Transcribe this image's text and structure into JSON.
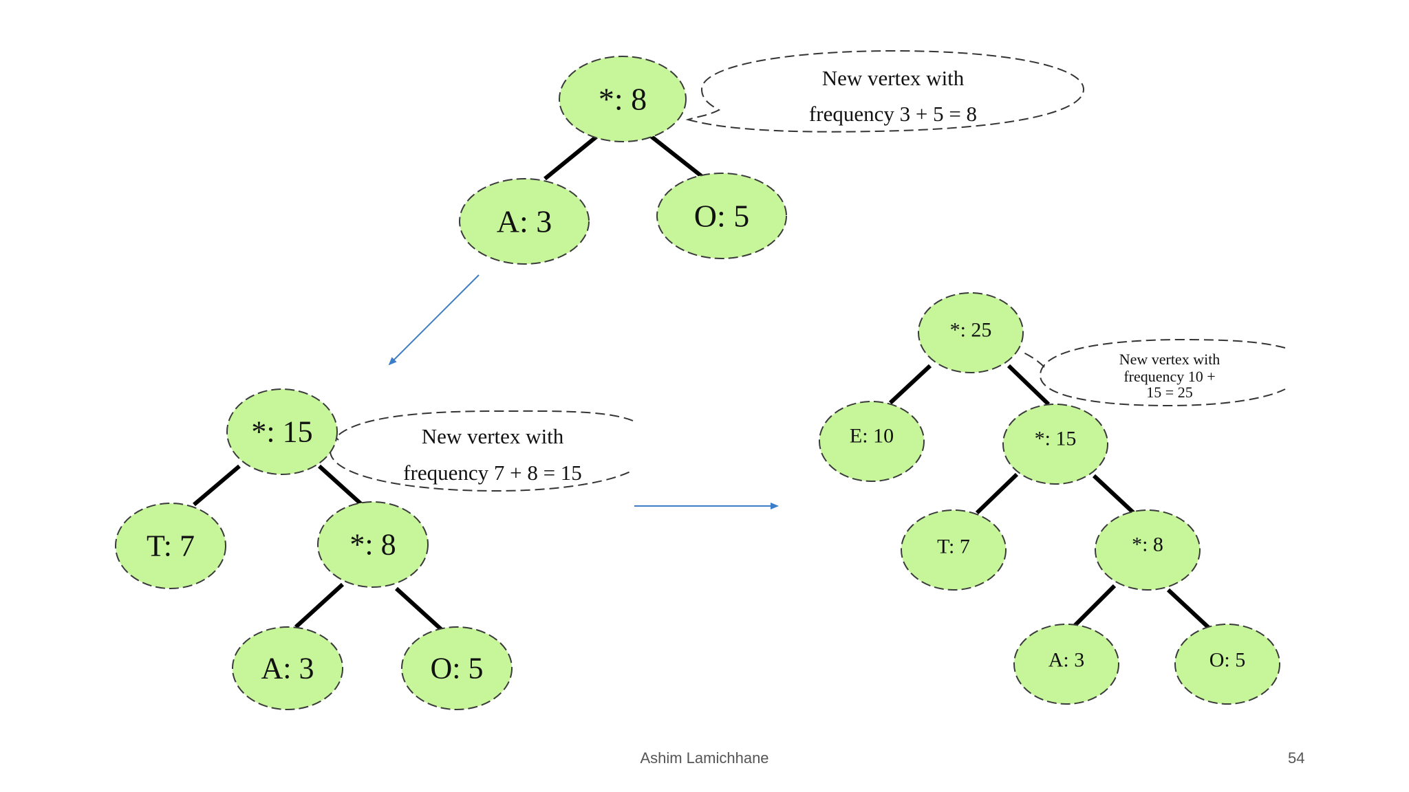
{
  "tree_a": {
    "nodes": {
      "root": "*: 8",
      "left": "A: 3",
      "right": "O: 5"
    },
    "callout": [
      "New vertex with",
      "frequency 3 + 5 = 8"
    ]
  },
  "tree_b": {
    "nodes": {
      "root": "*: 15",
      "t": "T: 7",
      "mid": "*: 8",
      "a": "A: 3",
      "o": "O: 5"
    },
    "callout": [
      "New vertex with",
      "frequency 7 + 8 = 15"
    ]
  },
  "tree_c": {
    "nodes": {
      "root": "*: 25",
      "e": "E: 10",
      "mid15": "*: 15",
      "t": "T: 7",
      "mid8": "*: 8",
      "a": "A: 3",
      "o": "O: 5"
    },
    "callout": [
      "New vertex with",
      "frequency 10 +",
      "15 = 25"
    ]
  },
  "colors": {
    "node_fill": "#c6f59a",
    "arrow": "#3d7cc9"
  },
  "footer": {
    "author": "Ashim Lamichhane",
    "page": "54"
  }
}
